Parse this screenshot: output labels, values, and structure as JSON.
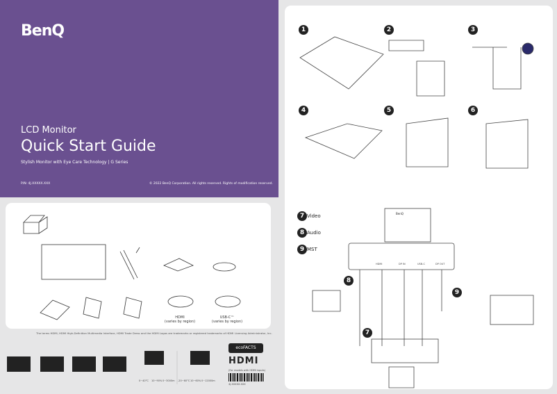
{
  "cover": {
    "logo": "BenQ",
    "subtitle": "LCD Monitor",
    "title": "Quick Start Guide",
    "tagline": "Stylish Monitor with Eye Care Technology  |  G Series",
    "part_number": "P/N: 4J.XXXXX.XXX",
    "copyright": "© 2022 BenQ Corporation. All rights reserved. Rights of modification reserved."
  },
  "contents": {
    "hdmi_label": "HDMI",
    "hdmi_note": "(varies by region)",
    "usbc_label": "USB-C™",
    "usbc_note": "(varies by region)",
    "footnote": "The terms HDMI, HDMI High-Definition Multimedia Interface, HDMI Trade Dress and the HDMI Logos are trademarks or registered trademarks of HDMI Licensing Administrator, Inc."
  },
  "env": {
    "temp1": "0~40°C",
    "hum1": "10~90%",
    "alt1": "0~3000m",
    "temp2": "-20~60°C",
    "hum2": "10~60%",
    "alt2": "0~12000m"
  },
  "badges": {
    "ecofacts": "ecoFACTS",
    "hdmi_logo": "HDMI",
    "hdmi_caption": "(For models with HDMI inputs)",
    "barcode": "4J.XXXXX.XXX"
  },
  "steps": [
    "1",
    "2",
    "3",
    "4",
    "5",
    "6"
  ],
  "connections": {
    "items": [
      {
        "num": "7",
        "label": "Video"
      },
      {
        "num": "8",
        "label": "Audio"
      },
      {
        "num": "9",
        "label": "MST"
      }
    ],
    "ports": [
      "HDMI",
      "DP IN",
      "USB-C",
      "DP OUT"
    ],
    "monitor_logo": "BenQ"
  }
}
